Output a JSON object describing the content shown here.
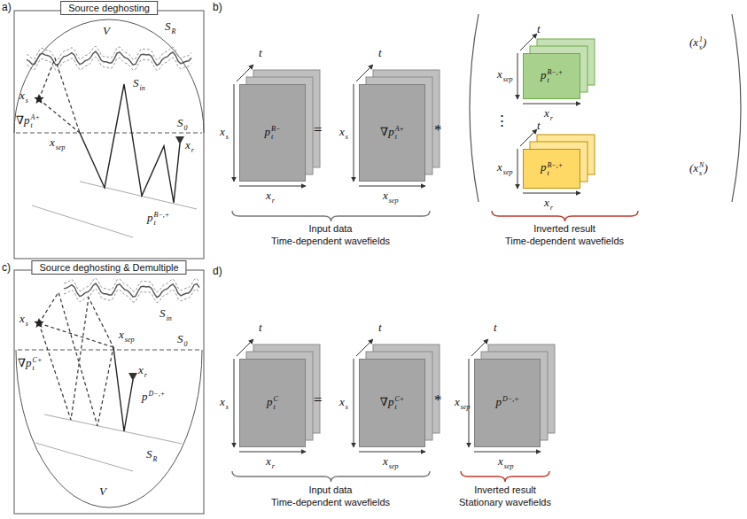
{
  "diagram": {
    "nodes": [
      {
        "text": [
          "Source deghosting"
        ]
      },
      {
        "text": [
          "p",
          "t",
          "B−"
        ]
      },
      {
        "text": [
          "∇p",
          "t",
          "A+"
        ]
      },
      {
        "text": [
          "p",
          "t",
          "B−,+"
        ]
      },
      {
        "text": [
          "p",
          "t",
          "B−,+"
        ]
      },
      {
        "text": [
          "Source deghosting & Demultiple"
        ]
      },
      {
        "text": [
          "p",
          "t",
          "C"
        ]
      },
      {
        "text": [
          "∇p",
          "t",
          "C+"
        ]
      },
      {
        "text": [
          "p",
          "D−,+"
        ]
      }
    ],
    "labels": [
      "a)",
      "V",
      "S",
      "R",
      "S",
      "in",
      "x",
      "s",
      "∇p",
      "t",
      "A+",
      "x",
      "sep",
      "S",
      "0",
      "x",
      "r",
      "p",
      "t",
      "B−,+",
      "b)",
      "t",
      "x",
      "s",
      "x",
      "r",
      "t",
      "x",
      "s",
      "x",
      "sep",
      "=",
      "*",
      "t",
      "x",
      "sep",
      "x",
      "r",
      "(x",
      "s",
      "1",
      ")",
      "⋮",
      "t",
      "x",
      "sep",
      "x",
      "r",
      "(x",
      "s",
      "N",
      ")",
      "Input data",
      "Time-dependent wavefields",
      "Inverted result",
      "Time-dependent wavefields",
      "c)",
      "x",
      "s",
      "∇p",
      "t",
      "C+",
      "x",
      "sep",
      "S",
      "0",
      "x",
      "r",
      "p",
      "D−,+",
      "S",
      "R",
      "V",
      "S",
      "in",
      "d)",
      "t",
      "x",
      "s",
      "x",
      "r",
      "t",
      "x",
      "s",
      "x",
      "sep",
      "=",
      "*",
      "t",
      "x",
      "sep",
      "x",
      "sep",
      "Input data",
      "Time-dependent wavefields",
      "Inverted result",
      "Stationary wavefields"
    ]
  }
}
